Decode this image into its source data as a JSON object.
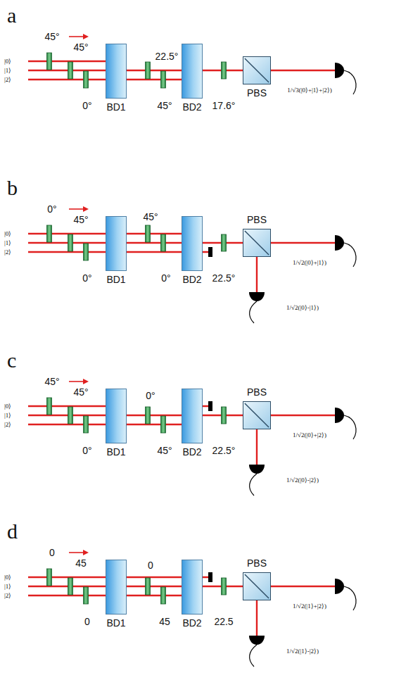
{
  "diagram": {
    "nodes": [
      {
        "text": [
          "BD1"
        ]
      },
      {
        "text": [
          "BD2"
        ]
      },
      {
        "text": [
          "PBS"
        ]
      },
      {
        "text": [
          "BD1"
        ]
      },
      {
        "text": [
          "BD2"
        ]
      },
      {
        "text": [
          "PBS"
        ]
      },
      {
        "text": [
          "BD1"
        ]
      },
      {
        "text": [
          "BD2"
        ]
      },
      {
        "text": [
          "PBS"
        ]
      },
      {
        "text": [
          "BD1"
        ]
      },
      {
        "text": [
          "BD2"
        ]
      },
      {
        "text": [
          "PBS"
        ]
      }
    ],
    "labels": [
      "a",
      "|0⟩",
      "|1⟩",
      "|2⟩",
      "45°",
      "45°",
      "0°",
      "22.5°",
      "45°",
      "17.6°",
      "1/√3(|0⟩+|1⟩+|2⟩)",
      "b",
      "|0⟩",
      "|1⟩",
      "|2⟩",
      "0°",
      "45°",
      "0°",
      "45°",
      "0°",
      "22.5°",
      "1/√2(|0⟩+|1⟩)",
      "1/√2(|0⟩-|1⟩)",
      "c",
      "|0⟩",
      "|1⟩",
      "|2⟩",
      "45°",
      "45°",
      "0°",
      "0°",
      "45°",
      "22.5°",
      "1/√2(|0⟩+|2⟩)",
      "1/√2(|0⟩-|2⟩)",
      "d",
      "|0⟩",
      "|1⟩",
      "|2⟩",
      "0",
      "45",
      "0",
      "0",
      "45",
      "22.5",
      "1/√2(|1⟩+|2⟩)",
      "1/√2(|1⟩-|2⟩)"
    ]
  }
}
